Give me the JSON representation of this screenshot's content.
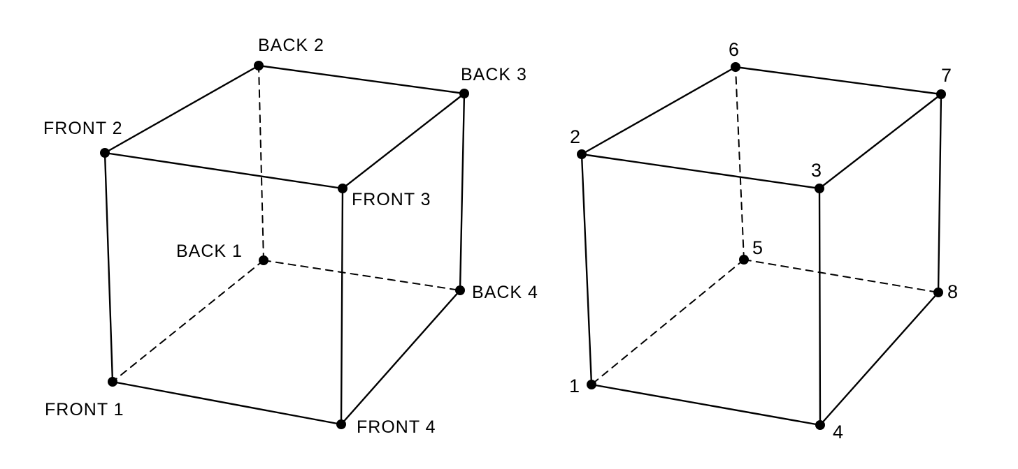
{
  "cubes": [
    {
      "name": "named-vertices-cube",
      "vertices": [
        {
          "id": "front1",
          "label": "FRONT 1"
        },
        {
          "id": "front2",
          "label": "FRONT 2"
        },
        {
          "id": "front3",
          "label": "FRONT 3"
        },
        {
          "id": "front4",
          "label": "FRONT 4"
        },
        {
          "id": "back1",
          "label": "BACK 1"
        },
        {
          "id": "back2",
          "label": "BACK 2"
        },
        {
          "id": "back3",
          "label": "BACK 3"
        },
        {
          "id": "back4",
          "label": "BACK 4"
        }
      ]
    },
    {
      "name": "numbered-vertices-cube",
      "vertices": [
        {
          "id": "v1",
          "label": "1"
        },
        {
          "id": "v2",
          "label": "2"
        },
        {
          "id": "v3",
          "label": "3"
        },
        {
          "id": "v4",
          "label": "4"
        },
        {
          "id": "v5",
          "label": "5"
        },
        {
          "id": "v6",
          "label": "6"
        },
        {
          "id": "v7",
          "label": "7"
        },
        {
          "id": "v8",
          "label": "8"
        }
      ]
    }
  ]
}
